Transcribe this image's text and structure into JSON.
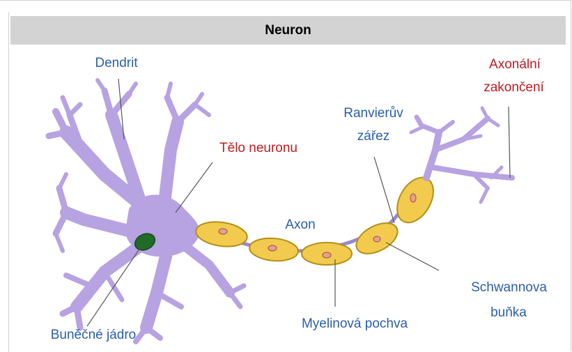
{
  "title": "Neuron",
  "colors": {
    "cell": "#b7a2e2",
    "cell_stroke": "#7d66b8",
    "myelin": "#f2cb4e",
    "myelin_stroke": "#b38f16",
    "nucleus": "#1f6b27",
    "schwann_nucleus": "#e7a08a",
    "blue_label": "#2a5db0",
    "red_label": "#c3191d"
  },
  "labels": {
    "dendrit": "Dendrit",
    "telo_neuronu": "Tělo neuronu",
    "bunecne_jadro": "Buněčné jádro",
    "axon": "Axon",
    "myelinova_pochva": "Myelinová pochva",
    "ranvieruv_line1": "Ranvierův",
    "ranvieruv_line2": "zářez",
    "schwannova_line1": "Schwannova",
    "schwannova_line2": "buňka",
    "axonalni_line1": "Axonální",
    "axonalni_line2": "zakončení"
  }
}
